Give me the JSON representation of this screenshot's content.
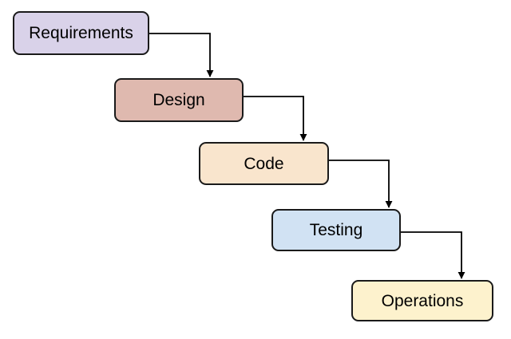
{
  "diagram": {
    "nodes": [
      {
        "id": "requirements",
        "label": "Requirements",
        "fill": "#d9d2e9"
      },
      {
        "id": "design",
        "label": "Design",
        "fill": "#dfb9af"
      },
      {
        "id": "code",
        "label": "Code",
        "fill": "#f9e5cd"
      },
      {
        "id": "testing",
        "label": "Testing",
        "fill": "#d1e2f3"
      },
      {
        "id": "operations",
        "label": "Operations",
        "fill": "#fdf2cd"
      }
    ],
    "edges": [
      {
        "from": "Requirements",
        "to": "Design"
      },
      {
        "from": "Design",
        "to": "Code"
      },
      {
        "from": "Code",
        "to": "Testing"
      },
      {
        "from": "Testing",
        "to": "Operations"
      }
    ],
    "colors": {
      "background": "#ffffff",
      "border": "#1a1a1a",
      "text": "#000000",
      "connector": "#000000"
    }
  }
}
